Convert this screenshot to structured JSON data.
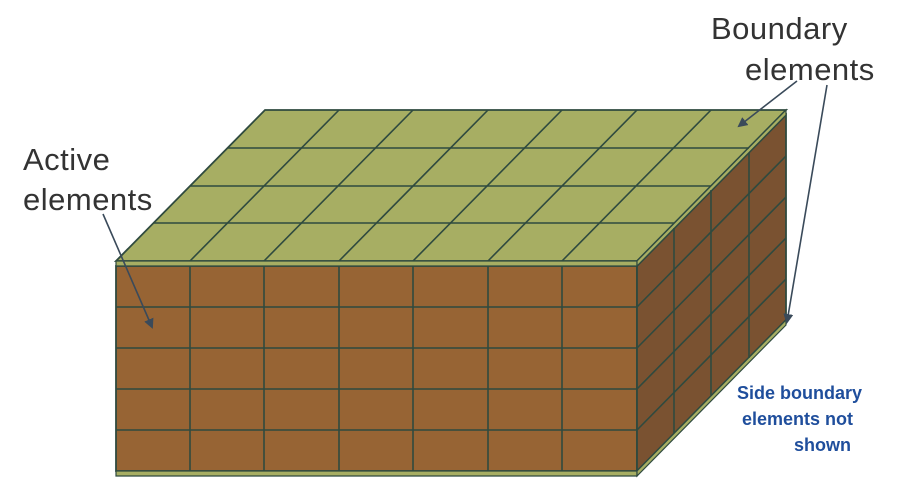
{
  "labels": {
    "active_elements": [
      "Active",
      "elements"
    ],
    "boundary_elements": [
      "Boundary",
      "elements"
    ],
    "side_boundary_note": [
      "Side boundary",
      "elements not",
      "shown"
    ]
  },
  "colors": {
    "boundary_fill": "#a7ae63",
    "active_front_fill": "#976434",
    "active_side_fill": "#7a5231",
    "grid_stroke": "#2f4a3f",
    "note_text": "#1f4e9c"
  },
  "mesh": {
    "front_columns": 7,
    "front_rows": 5,
    "top_depth_rows": 4,
    "side_columns": 4
  }
}
